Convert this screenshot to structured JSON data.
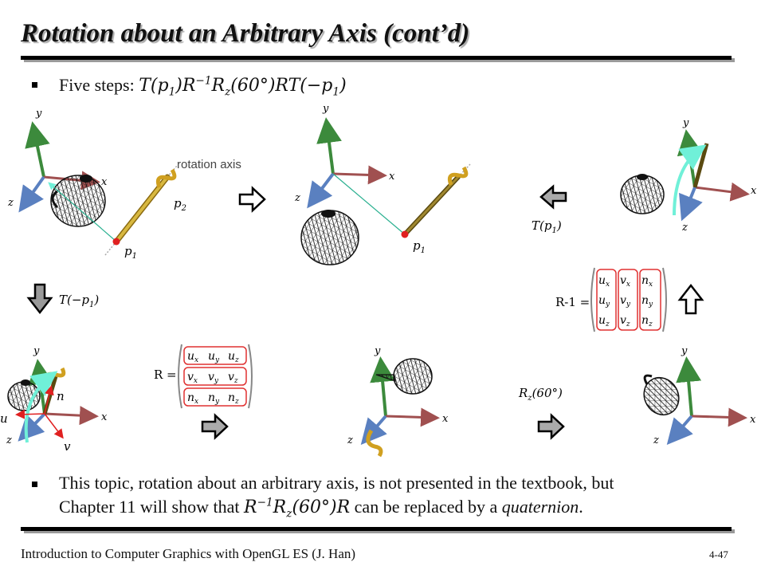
{
  "slide": {
    "title": "Rotation about an Arbitrary Axis (cont’d)",
    "bullet1": {
      "lead": "Five steps:",
      "formula": "T(p1)R−1Rz(60°)RT(−p1)"
    },
    "bullet2": {
      "line1": "This topic, rotation about an arbitrary axis, is not presented in the textbook, but",
      "line2_pre": "Chapter 11 will show that",
      "line2_formula": "R−1Rz(60°)R",
      "line2_mid": "can be replaced by a",
      "line2_em": "quaternion",
      "line2_end": "."
    },
    "footer": "Introduction to Computer Graphics with OpenGL ES (J. Han)",
    "page_number": "4-47"
  },
  "figure": {
    "rotation_axis_label": "rotation axis",
    "p1": "p1",
    "p2": "p2",
    "axis_x": "x",
    "axis_y": "y",
    "axis_z": "z",
    "basis_u": "u",
    "basis_v": "v",
    "basis_n": "n",
    "step_translate_back": "T(p1)",
    "step_translate_origin": "T(−p1)",
    "step_rotate_z": "Rz(60°)",
    "matrix_R_label": "R =",
    "matrix_R_rows": [
      [
        "ux",
        "uy",
        "uz"
      ],
      [
        "vx",
        "vy",
        "vz"
      ],
      [
        "nx",
        "ny",
        "nz"
      ]
    ],
    "matrix_Rinv_label": "R-1 =",
    "matrix_Rinv_cols": [
      [
        "ux",
        "uy",
        "uz"
      ],
      [
        "vx",
        "vy",
        "vz"
      ],
      [
        "nx",
        "ny",
        "nz"
      ]
    ]
  },
  "colors": {
    "x_axis": "#a05050",
    "y_axis": "#3c8a3c",
    "z_axis": "#5a80c0",
    "rotation_axis": "#c8a020",
    "arc": "#70f0d8",
    "point": "#e02020",
    "matrix_box": "#e03030",
    "basis": "#e02020"
  }
}
